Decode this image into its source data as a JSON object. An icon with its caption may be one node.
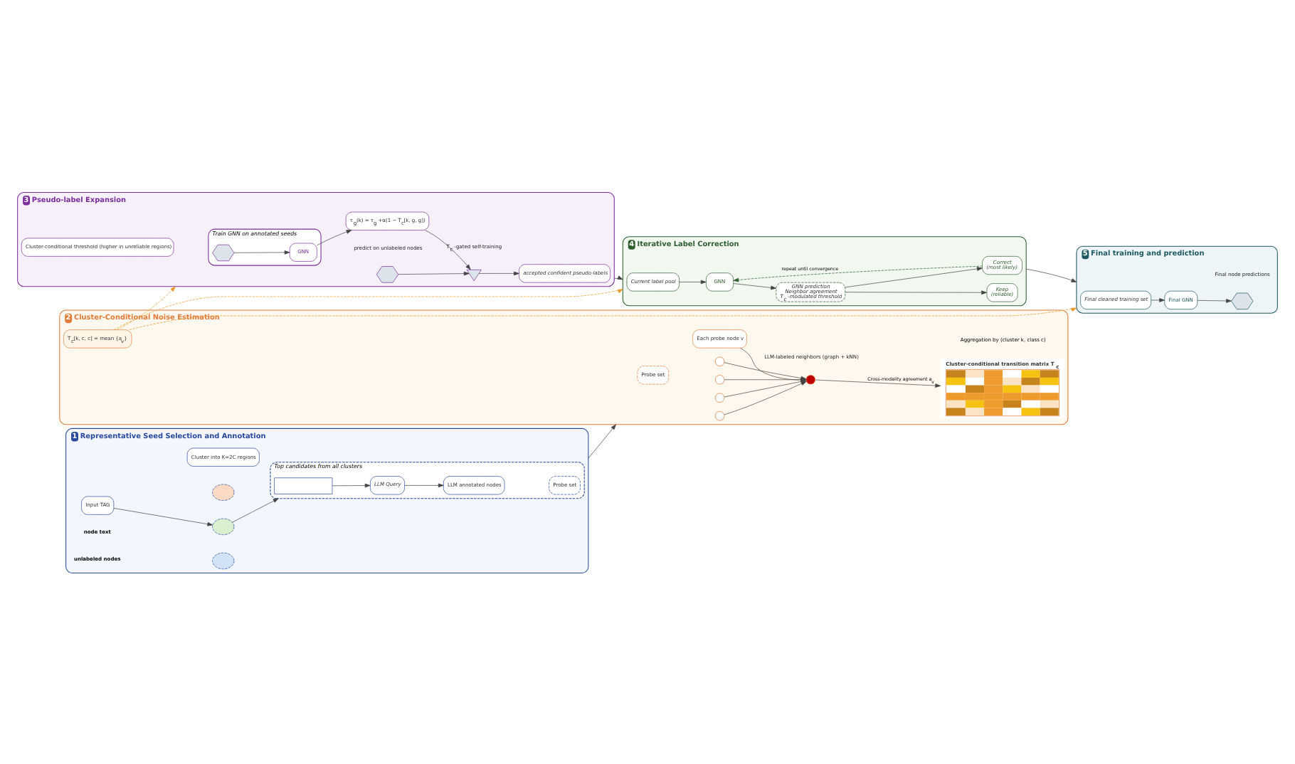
{
  "diagram": {
    "nodes": [
      {
        "text": [
          "1",
          "Representative Seed Selection and Annotation"
        ]
      },
      {
        "text": [
          "Input TAG"
        ],
        "in": 0
      },
      {
        "text": [
          "Cluster into K=2C regions"
        ],
        "in": 0
      },
      {
        "text": [],
        "shape": "ellipse",
        "in": 0
      },
      {
        "text": [],
        "shape": "ellipse",
        "in": 0
      },
      {
        "text": [],
        "shape": "ellipse",
        "in": 0
      },
      {
        "text": [
          "Top candidates from all clusters"
        ],
        "in": 0
      },
      {
        "text": [],
        "shape": "box",
        "in": 6
      },
      {
        "text": [
          "LLM Query"
        ],
        "in": 6
      },
      {
        "text": [
          "LLM annotated nodes"
        ],
        "in": 6
      },
      {
        "text": [
          "Probe set"
        ],
        "in": 6
      },
      {
        "text": [
          "2",
          "Cluster-Conditional Noise Estimation"
        ]
      },
      {
        "text": [
          "Probe set"
        ],
        "in": 11
      },
      {
        "text": [
          "Each probe node v"
        ],
        "in": 11
      },
      {
        "text": [],
        "shape": "circle",
        "in": 11,
        "beside": [
          "LLM-labeled neighbors (graph + kNN)"
        ]
      },
      {
        "text": [],
        "shape": "circle",
        "in": 11
      },
      {
        "text": [],
        "shape": "circle",
        "in": 11
      },
      {
        "text": [],
        "shape": "circle",
        "in": 11
      },
      {
        "text": [],
        "shape": "circle",
        "in": 11
      },
      {
        "text": [
          "Cluster-conditional transition matrix T$_{c}$"
        ],
        "in": 11
      },
      {
        "text": [
          "T$_{c}$[k, c, c] = mean {a$_{v}$}"
        ],
        "in": 11
      },
      {
        "text": [
          "3",
          "Pseudo-label Expansion"
        ]
      },
      {
        "text": [
          "Train GNN on annotated seeds"
        ],
        "in": 21
      },
      {
        "text": [],
        "shape": "graph",
        "in": 22
      },
      {
        "text": [
          "GNN"
        ],
        "in": 22
      },
      {
        "text": [
          "Cluster-conditional threshold (higher in unreliable regions)"
        ],
        "in": 21
      },
      {
        "text": [
          "τ$_{g}$(k) = τ$_{g}$ +α(1 − T$_{c}$[k, g, g])"
        ],
        "in": 21
      },
      {
        "text": [],
        "shape": "graph",
        "in": 21,
        "beside": [
          "predict on unlabeled nodes"
        ]
      },
      {
        "text": [],
        "shape": "funnel",
        "in": 21,
        "beside": [
          "T$_{c}$ -gated self-training"
        ]
      },
      {
        "text": [
          "accepted confident pseudo-labels"
        ],
        "in": 21
      },
      {
        "text": [
          "4",
          "Iterative Label Correction"
        ]
      },
      {
        "text": [
          "Current label pool"
        ],
        "in": 30
      },
      {
        "text": [
          "GNN"
        ],
        "in": 30
      },
      {
        "text": [
          "GNN prediction",
          "Neighbor agreement",
          "T$_{c}$ -modulated threshold"
        ],
        "in": 30
      },
      {
        "text": [
          "Keep",
          "(reliable)"
        ],
        "in": 30
      },
      {
        "text": [
          "Correct",
          "(most likely)"
        ],
        "in": 30
      },
      {
        "text": [
          "5",
          "Final training and prediction"
        ]
      },
      {
        "text": [
          "Final cleaned training set"
        ],
        "in": 36
      },
      {
        "text": [
          "Final GNN"
        ],
        "in": 36
      },
      {
        "text": [],
        "shape": "graph",
        "in": 36,
        "beside": [
          "Final node predictions"
        ]
      }
    ],
    "edges": [
      {
        "from": 1,
        "to": 4,
        "arrow": "to"
      },
      {
        "from": 4,
        "to": 6,
        "arrow": "to"
      },
      {
        "from": 7,
        "to": 8,
        "arrow": "to"
      },
      {
        "from": 8,
        "to": 9,
        "arrow": "to"
      },
      {
        "from": 0,
        "to": 11,
        "arrow": "to"
      },
      {
        "from": 13,
        "to": 14,
        "arrow": "to"
      },
      {
        "from": 15,
        "to": 14,
        "arrow": "to"
      },
      {
        "from": 16,
        "to": 14,
        "arrow": "to"
      },
      {
        "from": 17,
        "to": 14,
        "arrow": "to"
      },
      {
        "from": 18,
        "to": 14,
        "arrow": "to"
      },
      {
        "from": 14,
        "to": 19,
        "label": "Cross-modality agreement a$_{v}$",
        "arrow": "to"
      },
      {
        "from": 20,
        "to": 21,
        "arrow": "to",
        "style": "dashed",
        "color": "#e69a2e"
      },
      {
        "from": 20,
        "to": 30,
        "arrow": "to",
        "style": "dashed",
        "color": "#e69a2e"
      },
      {
        "from": 20,
        "to": 36,
        "arrow": "to",
        "style": "dashed",
        "color": "#e69a2e"
      },
      {
        "from": 23,
        "to": 24,
        "arrow": "to"
      },
      {
        "from": 24,
        "to": 26,
        "arrow": "to"
      },
      {
        "from": 26,
        "to": 28,
        "arrow": "to"
      },
      {
        "from": 27,
        "to": 28,
        "arrow": "to"
      },
      {
        "from": 28,
        "to": 29,
        "arrow": "to"
      },
      {
        "from": 21,
        "to": 30,
        "arrow": "to"
      },
      {
        "from": 31,
        "to": 32,
        "arrow": "to"
      },
      {
        "from": 32,
        "to": 33,
        "arrow": "to"
      },
      {
        "from": 33,
        "to": 34,
        "arrow": "to"
      },
      {
        "from": 33,
        "to": 35,
        "arrow": "to"
      },
      {
        "from": 35,
        "to": 32,
        "label": "repeat until convergence",
        "arrow": "to",
        "style": "dashed",
        "color": "#2e5e2e"
      },
      {
        "from": 30,
        "to": 36,
        "arrow": "to"
      },
      {
        "from": 37,
        "to": 38,
        "arrow": "to"
      },
      {
        "from": 38,
        "to": 39,
        "arrow": "to"
      }
    ],
    "labels": [
      "Aggregation by (cluster k, class c)"
    ],
    "legend": [
      {
        "text": "node text"
      },
      {
        "text": "unlabeled nodes"
      }
    ]
  }
}
